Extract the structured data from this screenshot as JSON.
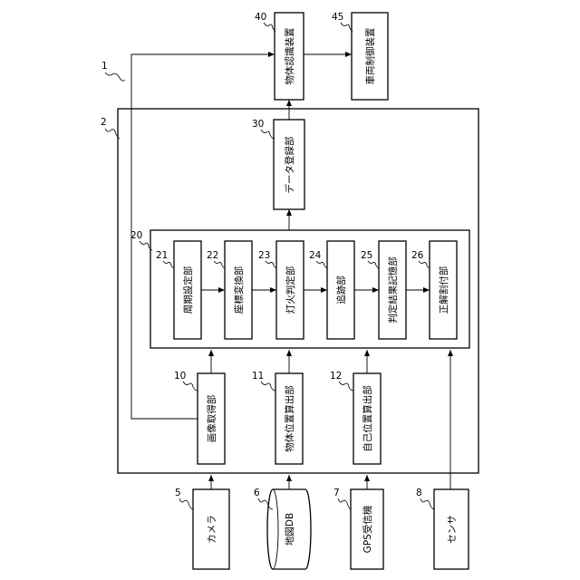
{
  "refs": {
    "system": "1",
    "device": "2",
    "camera": "5",
    "map_db": "6",
    "gps": "7",
    "sensor": "8",
    "image_acq": "10",
    "obj_pos": "11",
    "self_pos": "12",
    "group": "20",
    "period": "21",
    "coord": "22",
    "light": "23",
    "track": "24",
    "memory": "25",
    "ratio": "26",
    "data_reg": "30",
    "obj_recog": "40",
    "vehicle": "45"
  },
  "blocks": {
    "camera": "カメラ",
    "map_db": "地図DB",
    "gps": "GPS受信機",
    "sensor": "センサ",
    "image_acq": "画像取得部",
    "obj_pos": "物体位置算出部",
    "self_pos": "自己位置算出部",
    "period": "周期設定部",
    "coord": "座標変換部",
    "light": "灯火判定部",
    "track": "追跡部",
    "memory": "判定結果記憶部",
    "ratio": "正解割付部",
    "data_reg": "データ登録部",
    "obj_recog": "物体認識装置",
    "vehicle": "車両制御装置"
  }
}
